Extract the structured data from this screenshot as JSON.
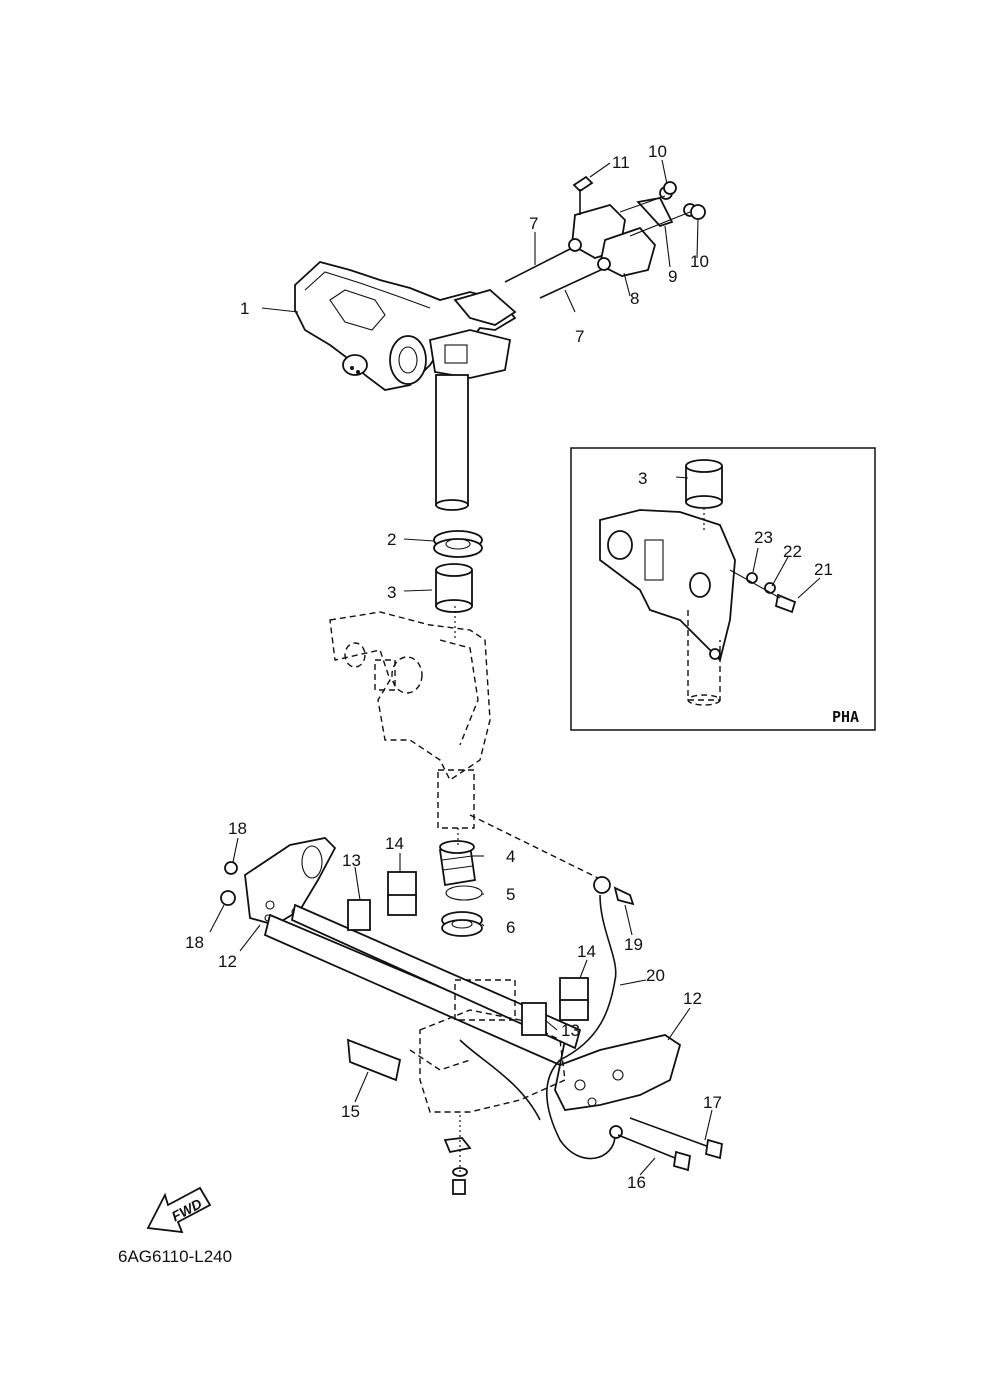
{
  "diagram_code": "6AG6110-L240",
  "inset_label": "PHA",
  "fwd_label": "FWD",
  "callouts": [
    {
      "id": "c1",
      "text": "1"
    },
    {
      "id": "c2",
      "text": "2"
    },
    {
      "id": "c3",
      "text": "3"
    },
    {
      "id": "c3b",
      "text": "3"
    },
    {
      "id": "c4",
      "text": "4"
    },
    {
      "id": "c5",
      "text": "5"
    },
    {
      "id": "c6",
      "text": "6"
    },
    {
      "id": "c7a",
      "text": "7"
    },
    {
      "id": "c7b",
      "text": "7"
    },
    {
      "id": "c8",
      "text": "8"
    },
    {
      "id": "c9",
      "text": "9"
    },
    {
      "id": "c10a",
      "text": "10"
    },
    {
      "id": "c10b",
      "text": "10"
    },
    {
      "id": "c11",
      "text": "11"
    },
    {
      "id": "c12a",
      "text": "12"
    },
    {
      "id": "c12b",
      "text": "12"
    },
    {
      "id": "c13a",
      "text": "13"
    },
    {
      "id": "c13b",
      "text": "13"
    },
    {
      "id": "c14a",
      "text": "14"
    },
    {
      "id": "c14b",
      "text": "14"
    },
    {
      "id": "c15",
      "text": "15"
    },
    {
      "id": "c16",
      "text": "16"
    },
    {
      "id": "c17",
      "text": "17"
    },
    {
      "id": "c18a",
      "text": "18"
    },
    {
      "id": "c18b",
      "text": "18"
    },
    {
      "id": "c19",
      "text": "19"
    },
    {
      "id": "c20",
      "text": "20"
    },
    {
      "id": "c21",
      "text": "21"
    },
    {
      "id": "c22",
      "text": "22"
    },
    {
      "id": "c23",
      "text": "23"
    }
  ]
}
